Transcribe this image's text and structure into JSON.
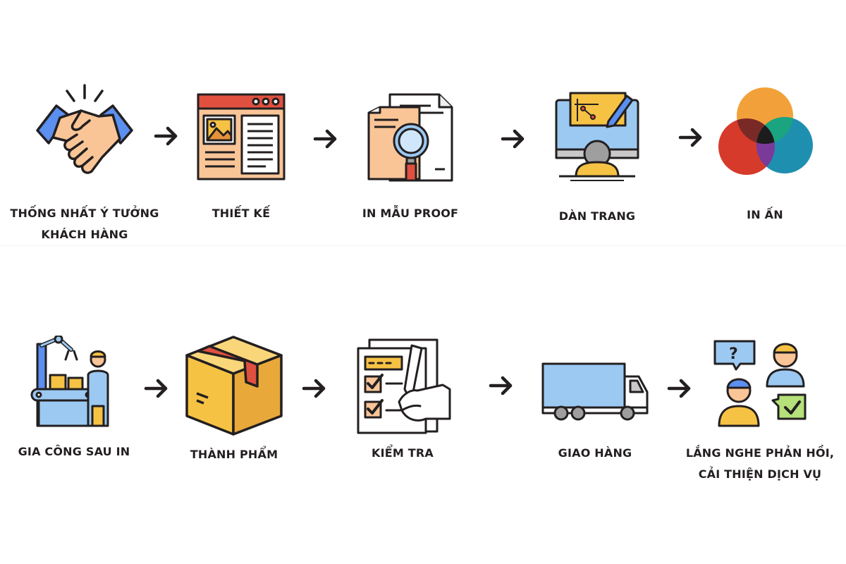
{
  "steps": [
    {
      "label": "THỐNG NHẤT Ý TƯỞNG\nKHÁCH HÀNG",
      "icon": "handshake-icon"
    },
    {
      "label": "THIẾT KẾ",
      "icon": "web-design-icon"
    },
    {
      "label": "IN MẪU PROOF",
      "icon": "document-magnifier-icon"
    },
    {
      "label": "DÀN TRANG",
      "icon": "designer-monitor-icon"
    },
    {
      "label": "IN ẤN",
      "icon": "color-venn-icon"
    },
    {
      "label": "GIA CÔNG SAU IN",
      "icon": "factory-conveyor-icon"
    },
    {
      "label": "THÀNH PHẨM",
      "icon": "box-icon"
    },
    {
      "label": "KIỂM TRA",
      "icon": "checklist-icon"
    },
    {
      "label": "GIAO HÀNG",
      "icon": "truck-icon"
    },
    {
      "label": "LẮNG NGHE PHẢN HỒI,\nCẢI THIỆN DỊCH VỤ",
      "icon": "feedback-icon"
    }
  ],
  "colors": {
    "outline": "#231f20",
    "skin": "#f9c597",
    "blue": "#5b8ff0",
    "light_blue": "#9cc9f2",
    "red": "#e0503f",
    "yellow": "#f6c244",
    "green": "#b5e07a"
  }
}
